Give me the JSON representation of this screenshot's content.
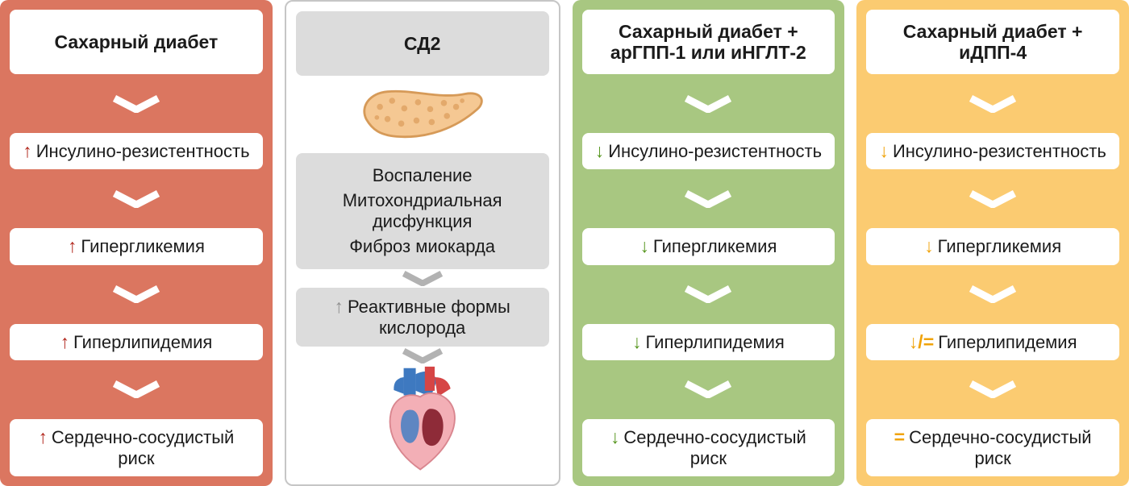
{
  "colors": {
    "column1_bg": "#DB7660",
    "column2_bg": "#FFFFFF",
    "column2_border": "#C6C6C6",
    "column2_box": "#DCDCDC",
    "column3_bg": "#A8C781",
    "column4_bg": "#FBCB71",
    "arrow_up_red": "#B2271D",
    "arrow_down_green": "#57961F",
    "arrow_orange": "#F0A30A",
    "arrow_gray": "#8F8F8F"
  },
  "columns": [
    {
      "title": "Сахарный диабет",
      "rows": [
        {
          "arrow": "↑",
          "text": "Инсулино-резистентность"
        },
        {
          "arrow": "↑",
          "text": "Гипергликемия"
        },
        {
          "arrow": "↑",
          "text": "Гиперлипидемия"
        },
        {
          "arrow": "↑",
          "text": "Сердечно-сосудистый риск"
        }
      ]
    },
    {
      "title": "СД2",
      "mechanisms": [
        "Воспаление",
        "Митохондриальная дисфункция",
        "Фиброз миокарда"
      ],
      "ros": {
        "arrow": "↑",
        "text": "Реактивные формы кислорода"
      },
      "illustrations": [
        "pancreas",
        "heart"
      ]
    },
    {
      "title": "Сахарный диабет + арГПП-1 или иНГЛТ-2",
      "rows": [
        {
          "arrow": "↓",
          "text": "Инсулино-резистентность"
        },
        {
          "arrow": "↓",
          "text": "Гипергликемия"
        },
        {
          "arrow": "↓",
          "text": "Гиперлипидемия"
        },
        {
          "arrow": "↓",
          "text": "Сердечно-сосудистый риск"
        }
      ]
    },
    {
      "title": "Сахарный диабет + иДПП-4",
      "rows": [
        {
          "arrow": "↓",
          "text": "Инсулино-резистентность"
        },
        {
          "arrow": "↓",
          "text": "Гипергликемия"
        },
        {
          "arrow": "↓/=",
          "text": "Гиперлипидемия"
        },
        {
          "arrow": "=",
          "text": "Сердечно-сосудистый риск"
        }
      ]
    }
  ]
}
